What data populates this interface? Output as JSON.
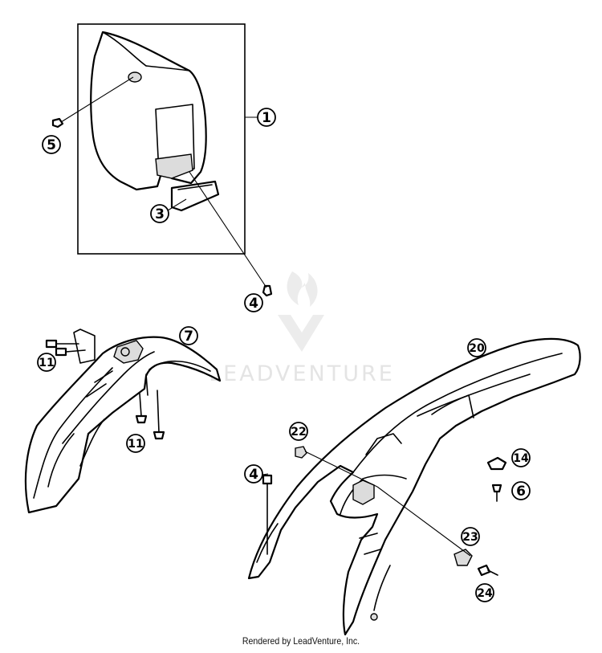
{
  "watermark": {
    "text": "LEADVENTURE"
  },
  "footer": {
    "text": "Rendered by LeadVenture, Inc."
  },
  "callouts": [
    {
      "id": "c1",
      "label": "1"
    },
    {
      "id": "c3",
      "label": "3"
    },
    {
      "id": "c4a",
      "label": "4"
    },
    {
      "id": "c5",
      "label": "5"
    },
    {
      "id": "c7",
      "label": "7"
    },
    {
      "id": "c11a",
      "label": "11"
    },
    {
      "id": "c11b",
      "label": "11"
    },
    {
      "id": "c20",
      "label": "20"
    },
    {
      "id": "c22",
      "label": "22"
    },
    {
      "id": "c4b",
      "label": "4"
    },
    {
      "id": "c14",
      "label": "14"
    },
    {
      "id": "c6",
      "label": "6"
    },
    {
      "id": "c23",
      "label": "23"
    },
    {
      "id": "c24",
      "label": "24"
    }
  ]
}
